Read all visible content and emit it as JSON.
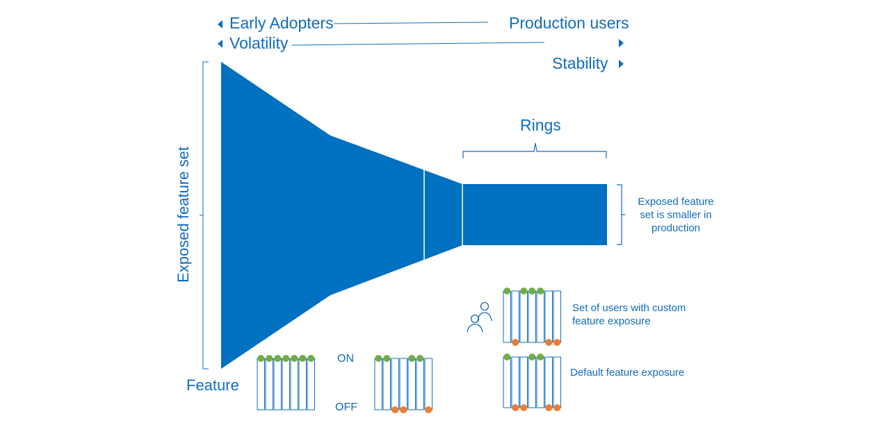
{
  "header": {
    "early_adopters": "Early Adopters",
    "production_users": "Production users",
    "volatility": "Volatility",
    "stability": "Stability"
  },
  "labels": {
    "exposed_feature_set": "Exposed feature set",
    "feature": "Feature",
    "rings": "Rings",
    "note": "Exposed feature set is smaller in production",
    "on": "ON",
    "off": "OFF",
    "custom_users": "Set of users with custom feature exposure",
    "default_exposure": "Default feature exposure"
  },
  "colors": {
    "accent": "#0f6cbd",
    "funnel": "#0070c0",
    "on_dot": "#70ad47",
    "off_dot": "#ed7d31"
  },
  "icons": {
    "users": "users-icon",
    "left_arrow": "triangle-left-icon",
    "right_arrow": "triangle-right-icon"
  },
  "toggle_sets": [
    {
      "name": "all-on",
      "states": [
        "on",
        "on",
        "on",
        "on",
        "on",
        "on",
        "on"
      ]
    },
    {
      "name": "mixed",
      "states": [
        "on",
        "on",
        "off",
        "off",
        "on",
        "on",
        "off"
      ]
    },
    {
      "name": "custom-users",
      "states": [
        "on",
        "off",
        "on",
        "on",
        "on",
        "off",
        "off"
      ]
    },
    {
      "name": "default",
      "states": [
        "on",
        "off",
        "off",
        "on",
        "on",
        "off",
        "off"
      ]
    }
  ]
}
